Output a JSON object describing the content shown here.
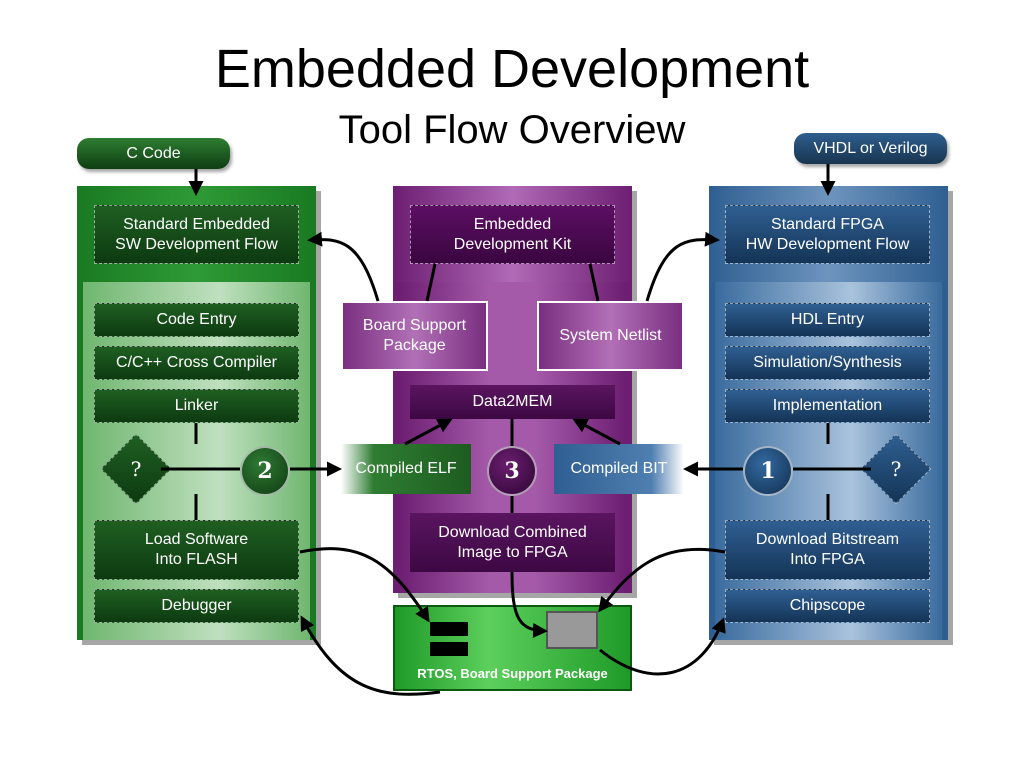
{
  "title": "Embedded Development",
  "subtitle": "Tool Flow Overview",
  "inputs": {
    "c_code": "C Code",
    "vhdl": "VHDL or Verilog"
  },
  "sw": {
    "header": "Standard Embedded\nSW Development Flow",
    "code_entry": "Code Entry",
    "compiler": "C/C++ Cross Compiler",
    "linker": "Linker",
    "decision": "?",
    "step": "2",
    "load": "Load Software\nInto FLASH",
    "debugger": "Debugger"
  },
  "edk": {
    "header": "Embedded\nDevelopment Kit",
    "bsp": "Board Support\nPackage",
    "netlist": "System Netlist",
    "data2mem": "Data2MEM",
    "elf": "Compiled ELF",
    "step": "3",
    "bit": "Compiled BIT",
    "download": "Download Combined\nImage to FPGA"
  },
  "hw": {
    "header": "Standard FPGA\nHW Development Flow",
    "hdl_entry": "HDL Entry",
    "simulation": "Simulation/Synthesis",
    "implementation": "Implementation",
    "decision": "?",
    "step": "1",
    "download": "Download Bitstream\nInto FPGA",
    "chipscope": "Chipscope"
  },
  "board": {
    "label": "RTOS, Board Support Package"
  },
  "colors": {
    "green": "#1a7a22",
    "purple": "#6d1e72",
    "blue": "#2f5f92"
  }
}
